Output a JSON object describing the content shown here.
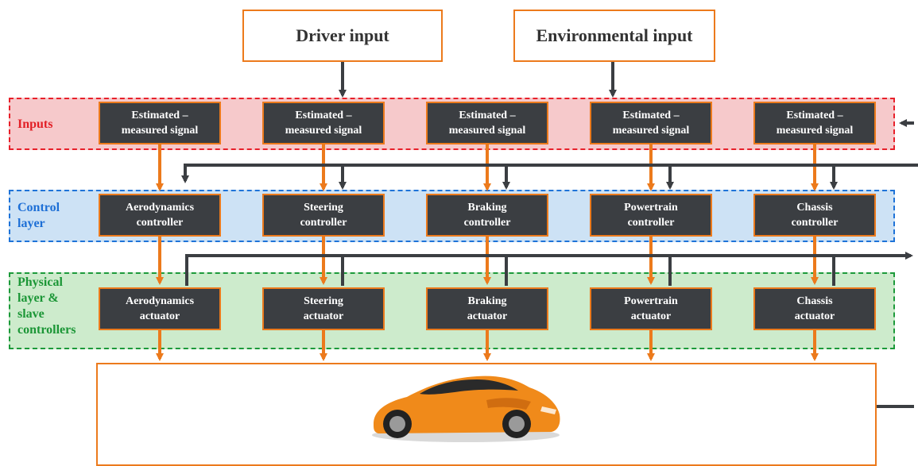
{
  "top_inputs": {
    "driver": "Driver input",
    "environmental": "Environmental input"
  },
  "layers": {
    "inputs": "Inputs",
    "control": "Control\nlayer",
    "physical": "Physical\nlayer &\nslave\ncontrollers"
  },
  "signals": [
    "Estimated –\nmeasured signal",
    "Estimated –\nmeasured signal",
    "Estimated –\nmeasured signal",
    "Estimated –\nmeasured signal",
    "Estimated –\nmeasured signal"
  ],
  "controllers": [
    "Aerodynamics\ncontroller",
    "Steering\ncontroller",
    "Braking\ncontroller",
    "Powertrain\ncontroller",
    "Chassis\ncontroller"
  ],
  "actuators": [
    "Aerodynamics\nactuator",
    "Steering\nactuator",
    "Braking\nactuator",
    "Powertrain\nactuator",
    "Chassis\nactuator"
  ],
  "colors": {
    "orange": "#ec7a1c",
    "dark": "#3b3e42",
    "red": "#e21f26",
    "blue": "#1d6fd6",
    "green": "#1b9636",
    "car": "#f08a1a"
  }
}
